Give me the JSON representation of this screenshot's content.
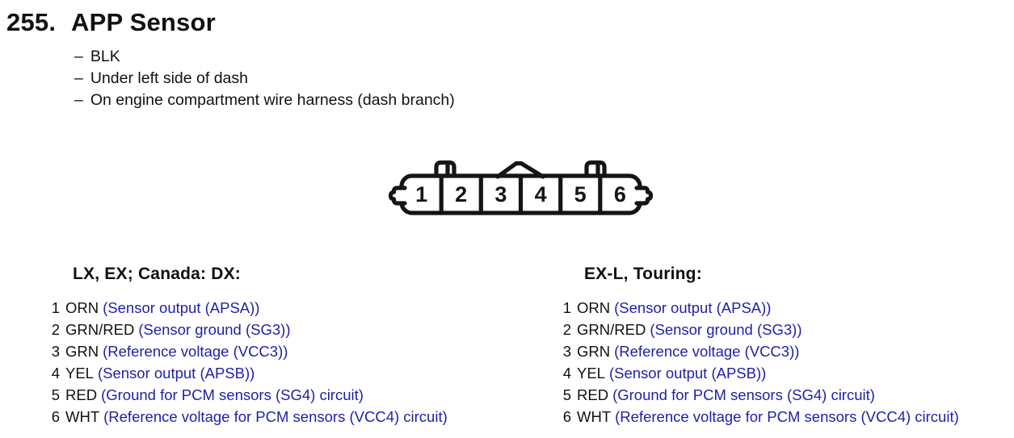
{
  "header": {
    "section_number": "255.",
    "title": "APP Sensor",
    "location_notes": [
      {
        "dash": "–",
        "text": "BLK"
      },
      {
        "dash": "–",
        "text": "Under left side of dash"
      },
      {
        "dash": "–",
        "text": "On engine compartment wire harness (dash branch)"
      }
    ]
  },
  "connector_diagram": {
    "type": "6-pin connector, front view",
    "pin_labels": [
      "1",
      "2",
      "3",
      "4",
      "5",
      "6"
    ]
  },
  "pinout_columns": [
    {
      "header": "LX, EX; Canada: DX:",
      "rows": [
        {
          "pin": "1",
          "wire_color": "ORN",
          "description": "(Sensor output (APSA))"
        },
        {
          "pin": "2",
          "wire_color": "GRN/RED",
          "description": "(Sensor ground (SG3))"
        },
        {
          "pin": "3",
          "wire_color": "GRN",
          "description": "(Reference voltage (VCC3))"
        },
        {
          "pin": "4",
          "wire_color": "YEL",
          "description": "(Sensor output (APSB))"
        },
        {
          "pin": "5",
          "wire_color": "RED",
          "description": "(Ground for PCM sensors (SG4) circuit)"
        },
        {
          "pin": "6",
          "wire_color": "WHT",
          "description": "(Reference voltage for PCM sensors (VCC4) circuit)"
        }
      ]
    },
    {
      "header": "EX-L, Touring:",
      "rows": [
        {
          "pin": "1",
          "wire_color": "ORN",
          "description": "(Sensor output (APSA))"
        },
        {
          "pin": "2",
          "wire_color": "GRN/RED",
          "description": "(Sensor ground (SG3))"
        },
        {
          "pin": "3",
          "wire_color": "GRN",
          "description": "(Reference voltage (VCC3))"
        },
        {
          "pin": "4",
          "wire_color": "YEL",
          "description": "(Sensor output (APSB))"
        },
        {
          "pin": "5",
          "wire_color": "RED",
          "description": "(Ground for PCM sensors (SG4) circuit)"
        },
        {
          "pin": "6",
          "wire_color": "WHT",
          "description": "(Reference voltage for PCM sensors (VCC4) circuit)"
        }
      ]
    }
  ],
  "colors": {
    "text": "#111111",
    "link_blue": "#1f1fa8",
    "background": "#ffffff"
  }
}
